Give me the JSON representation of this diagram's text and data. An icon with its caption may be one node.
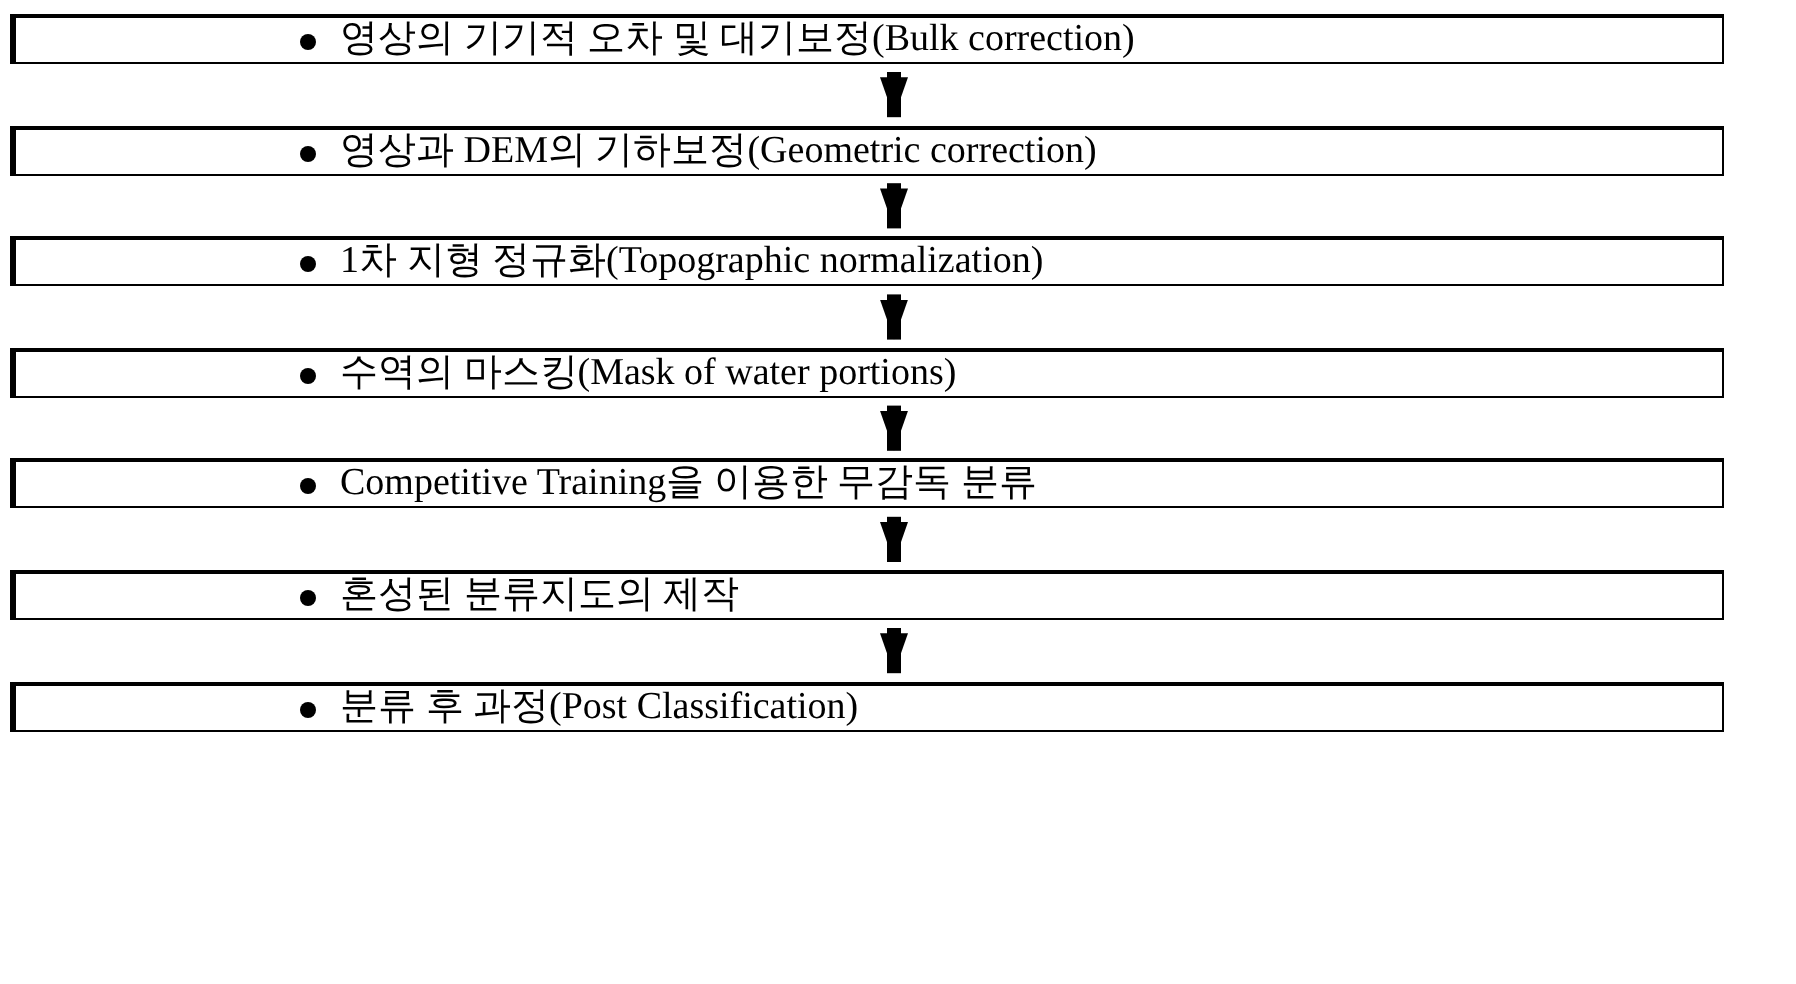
{
  "diagram": {
    "nodes": [
      {
        "text": [
          "영상의 기기적 오차 및 대기보정(Bulk correction)"
        ]
      },
      {
        "text": [
          "영상과 DEM의 기하보정(Geometric correction)"
        ]
      },
      {
        "text": [
          "1차 지형 정규화(Topographic normalization)"
        ]
      },
      {
        "text": [
          "수역의 마스킹(Mask of water portions)"
        ]
      },
      {
        "text": [
          "Competitive Training을 이용한 무감독 분류"
        ]
      },
      {
        "text": [
          "혼성된 분류지도의 제작"
        ]
      },
      {
        "text": [
          "분류 후 과정(Post Classification)"
        ]
      }
    ],
    "edges": [
      {
        "from": 0,
        "to": 1,
        "arrow": "to"
      },
      {
        "from": 1,
        "to": 2,
        "arrow": "to"
      },
      {
        "from": 2,
        "to": 3,
        "arrow": "to"
      },
      {
        "from": 3,
        "to": 4,
        "arrow": "to"
      },
      {
        "from": 4,
        "to": 5,
        "arrow": "to"
      },
      {
        "from": 5,
        "to": 6,
        "arrow": "to"
      }
    ]
  }
}
